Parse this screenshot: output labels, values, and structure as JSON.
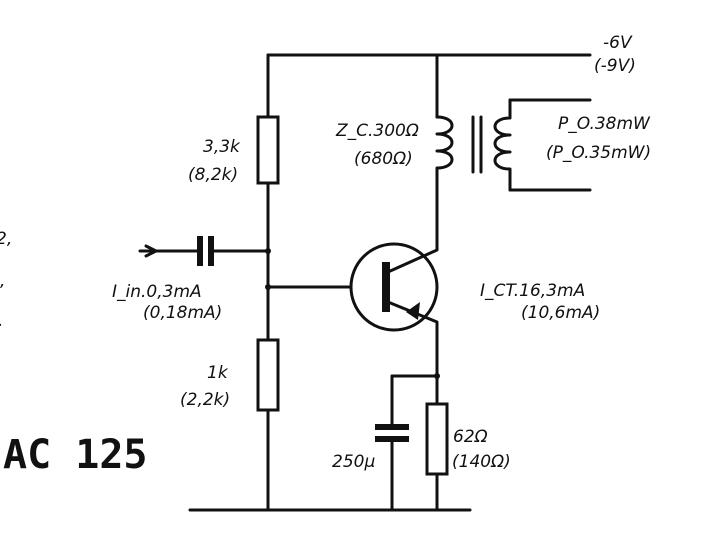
{
  "supply": {
    "voltage": "-6V",
    "voltage_alt": "(-9V)"
  },
  "r_upper": {
    "value": "3,3k",
    "value_alt": "(8,2k)"
  },
  "r_lower": {
    "value": "1k",
    "value_alt": "(2,2k)"
  },
  "collector_load": {
    "value": "Z_C.300Ω",
    "value_alt": "(680Ω)"
  },
  "output": {
    "power": "P_O.38mW",
    "power_alt": "(P_O.35mW)"
  },
  "input": {
    "current": "I_in.0,3mA",
    "current_alt": "(0,18mA)"
  },
  "collector_current": {
    "current": "I_CT.16,3mA",
    "current_alt": "(10,6mA)"
  },
  "emitter_resistor": {
    "value": "62Ω",
    "value_alt": "(140Ω)"
  },
  "emitter_capacitor": {
    "value": "250μ"
  },
  "transistor": {
    "type": "AC 125"
  },
  "edge_fragments": {
    "line1": "2,",
    "line2": ",",
    "line3": "."
  }
}
